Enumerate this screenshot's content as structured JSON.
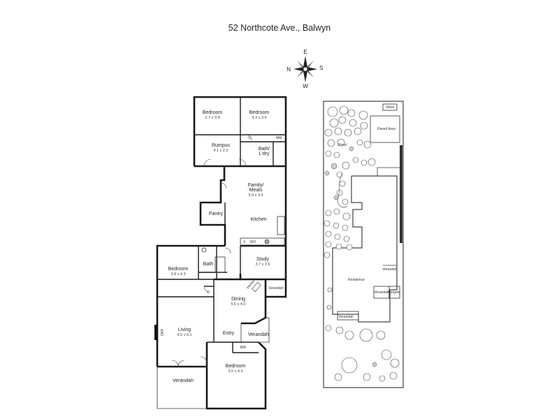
{
  "title": "52 Northcote Ave., Balwyn",
  "compass": {
    "n": "N",
    "e": "E",
    "s": "S",
    "w": "W"
  },
  "rooms": {
    "bedroom1": {
      "label": "Bedroom",
      "dims": "2.7 x 3.4"
    },
    "bedroom2": {
      "label": "Bedroom",
      "dims": "4.3 x 3.4"
    },
    "rumpus": {
      "label": "Rumpus",
      "dims": "4.1 x 2.9"
    },
    "bath_ldry": {
      "label": "Bath/\nL'dry"
    },
    "wm": "WM",
    "c1": "C",
    "family": {
      "label": "Family/\nMeals",
      "dims": "5.0 x 3.6"
    },
    "pantry": "Pantry",
    "kitchen": "Kitchen",
    "f": "F",
    "wo": "WO",
    "study": {
      "label": "Study",
      "dims": "3.7 x 2.6"
    },
    "bedroom3": {
      "label": "Bedroom",
      "dims": "3.8 x 4.3"
    },
    "bath": "Bath",
    "c2": "C",
    "dining": {
      "label": "Dining",
      "dims": "5.0 x 4.0"
    },
    "heater": "Heater",
    "verandah_small": "Verandah",
    "living": {
      "label": "Living",
      "dims": "4.5 x 6.1"
    },
    "off": "OFP",
    "entry": "Entry",
    "verandah_entry": "Verandah",
    "bir": "BIR",
    "bedroom4": {
      "label": "Bedroom",
      "dims": "5.0 x 4.3"
    },
    "verandah_front": "Verandah"
  },
  "site": {
    "shed": "Shed",
    "paved": "Paved Area",
    "pond": "Pond",
    "residence": "Residence",
    "verandah1": "Verandah",
    "verandah2": "Verandah",
    "pergola": "Pergola",
    "verandah3": "Verandah"
  }
}
